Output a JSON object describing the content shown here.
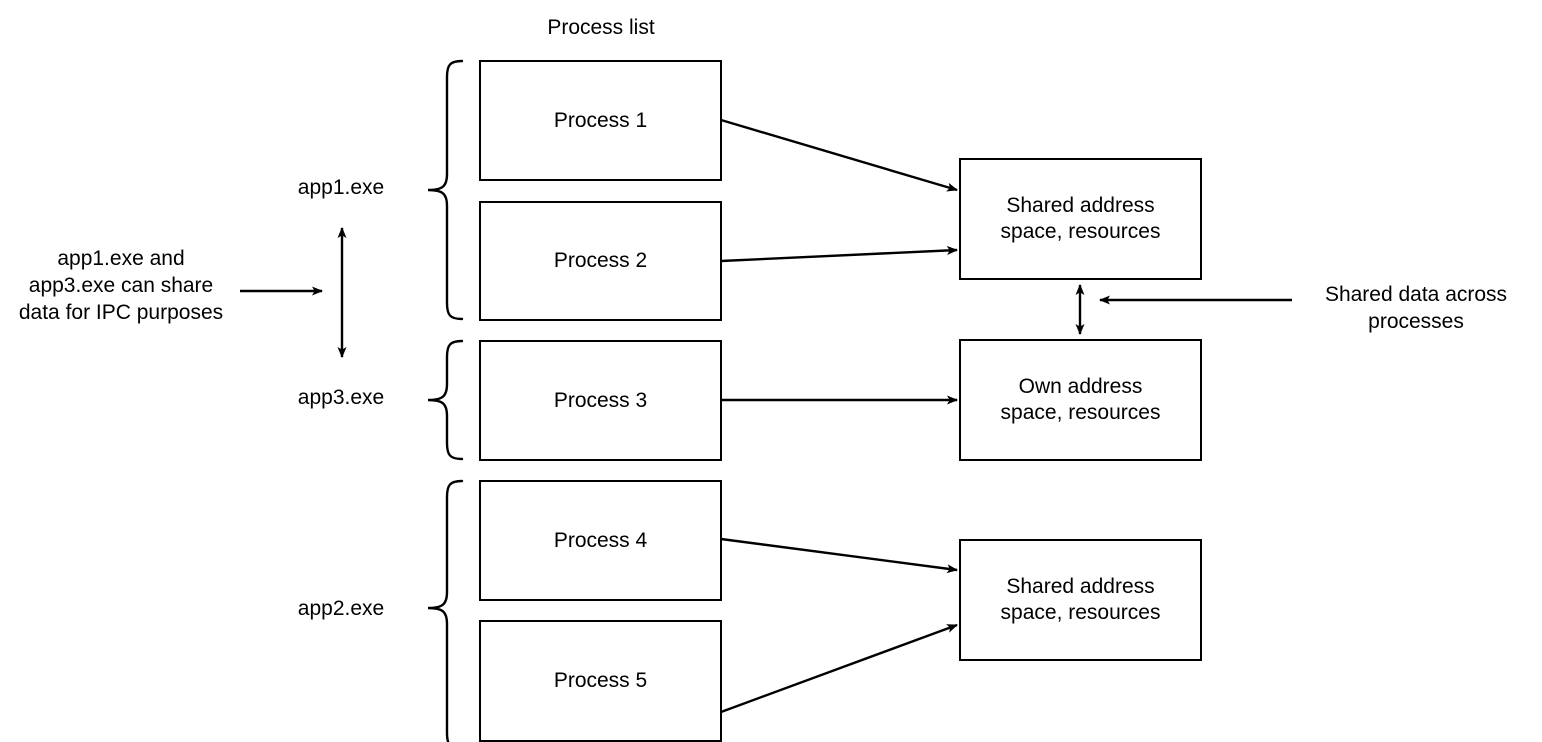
{
  "diagram": {
    "title": "Process list",
    "process_boxes": [
      {
        "id": "process-1",
        "label": "Process 1"
      },
      {
        "id": "process-2",
        "label": "Process 2"
      },
      {
        "id": "process-3",
        "label": "Process 3"
      },
      {
        "id": "process-4",
        "label": "Process 4"
      },
      {
        "id": "process-5",
        "label": "Process 5"
      }
    ],
    "address_boxes": [
      {
        "id": "addr-top",
        "line1": "Shared address",
        "line2": "space, resources"
      },
      {
        "id": "addr-middle",
        "line1": "Own address",
        "line2": "space, resources"
      },
      {
        "id": "addr-bottom",
        "line1": "Shared address",
        "line2": "space, resources"
      }
    ],
    "app_labels": [
      {
        "id": "app1",
        "text": "app1.exe"
      },
      {
        "id": "app3",
        "text": "app3.exe"
      },
      {
        "id": "app2",
        "text": "app2.exe"
      }
    ],
    "annotations": {
      "ipc_note_line1": "app1.exe and",
      "ipc_note_line2": "app3.exe can share",
      "ipc_note_line3": "data for IPC purposes",
      "shared_data_line1": "Shared data across",
      "shared_data_line2": "processes"
    },
    "colors": {
      "stroke": "#000000",
      "background": "#ffffff",
      "text": "#000000"
    }
  }
}
